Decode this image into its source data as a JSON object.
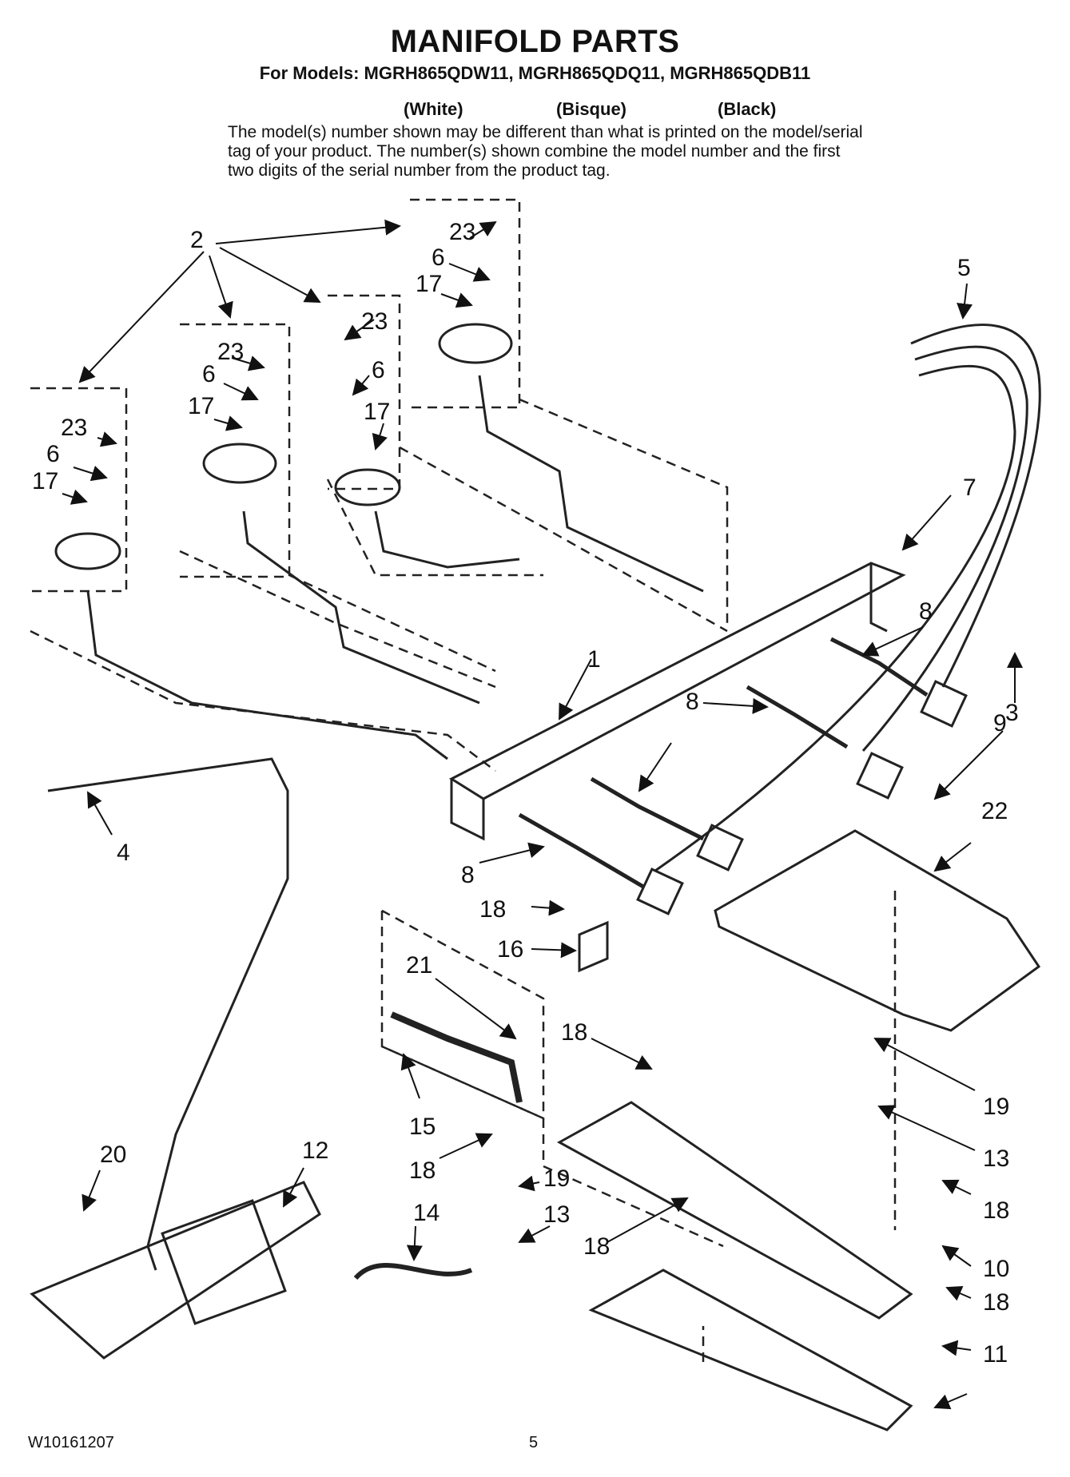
{
  "header": {
    "title": "MANIFOLD PARTS",
    "models_line": "For Models: MGRH865QDW11, MGRH865QDQ11, MGRH865QDB11",
    "color_white": "(White)",
    "color_bisque": "(Bisque)",
    "color_black": "(Black)",
    "note": "The model(s) number shown may be different than what is printed on the model/serial tag of your product. The number(s) shown combine the model number and the first two digits of the serial number from the product tag."
  },
  "callouts": {
    "c1": "1",
    "c2": "2",
    "c3": "3",
    "c4": "4",
    "c5": "5",
    "c6": "6",
    "c7": "7",
    "c8": "8",
    "c9": "9",
    "c10": "10",
    "c11": "11",
    "c12": "12",
    "c13": "13",
    "c14": "14",
    "c15": "15",
    "c16": "16",
    "c17": "17",
    "c18": "18",
    "c19": "19",
    "c20": "20",
    "c21": "21",
    "c22": "22",
    "c23": "23"
  },
  "footer": {
    "doc_number": "W10161207",
    "page_number": "5"
  }
}
